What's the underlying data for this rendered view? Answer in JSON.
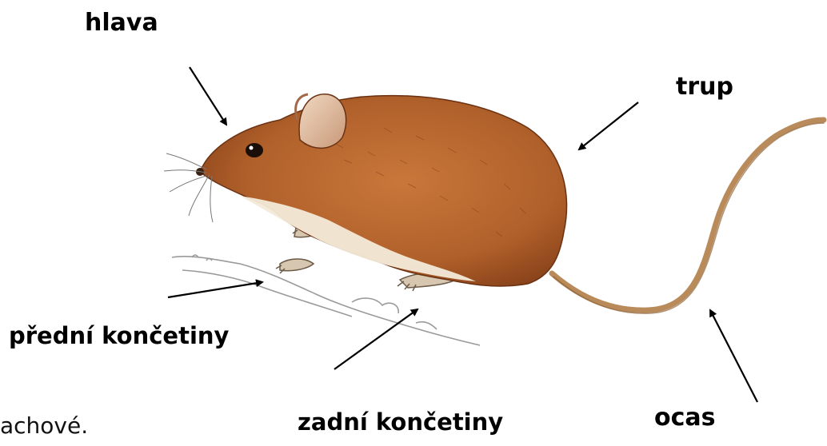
{
  "labels": {
    "head": "hlava",
    "body": "trup",
    "front_limbs": "přední končetiny",
    "hind_limbs": "zadní končetiny",
    "tail": "ocas"
  },
  "caption_fragment": "achové.",
  "colors": {
    "fur": "#b8642a",
    "fur_dark": "#8a3f17",
    "belly": "#f3ead9",
    "tail": "#b98a5a",
    "ground": "#8c8c8c",
    "arrow": "#000000"
  }
}
